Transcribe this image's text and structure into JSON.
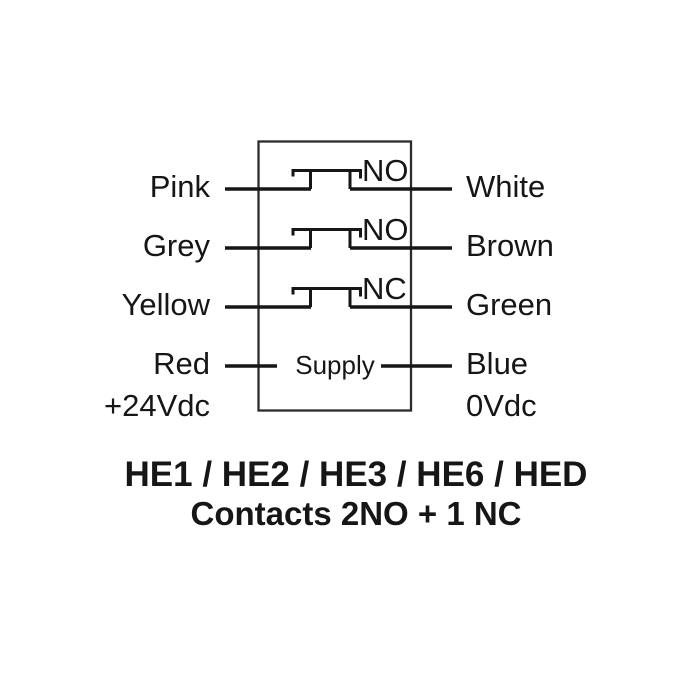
{
  "diagram": {
    "background_color": "#ffffff",
    "line_color": "#161616",
    "contacts": [
      {
        "left_wire": "Pink",
        "type": "NO",
        "right_wire": "White"
      },
      {
        "left_wire": "Grey",
        "type": "NO",
        "right_wire": "Brown"
      },
      {
        "left_wire": "Yellow",
        "type": "NC",
        "right_wire": "Green"
      }
    ],
    "supply": {
      "left_wire": "Red",
      "left_voltage": "+24Vdc",
      "label": "Supply",
      "right_wire": "Blue",
      "right_voltage": "0Vdc"
    },
    "caption": {
      "models": "HE1 / HE2 / HE3 / HE6 / HED",
      "contacts_summary": "Contacts 2NO + 1 NC"
    }
  }
}
